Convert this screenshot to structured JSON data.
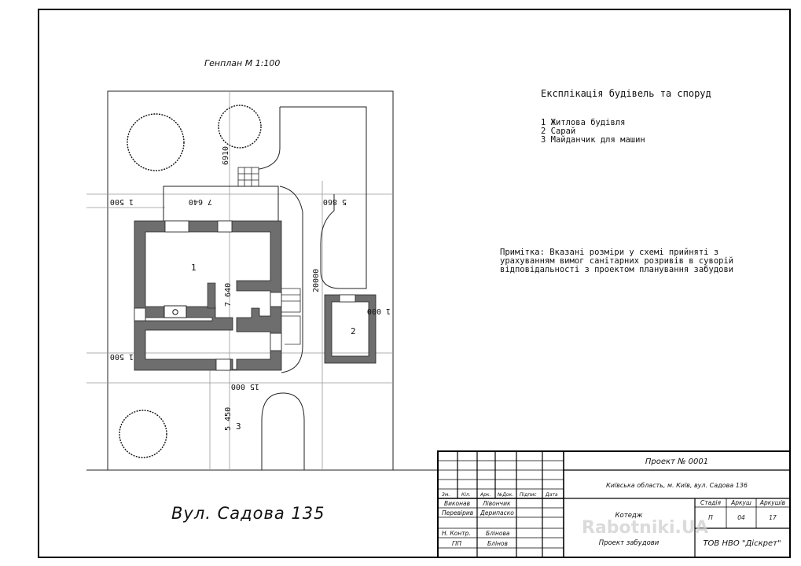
{
  "sheet_title": "Генплан М 1:100",
  "street_label": "Вул. Садова 135",
  "legend": {
    "title": "Експлікація будівель та споруд",
    "items": [
      "1 Житлова будівля",
      "2 Сарай",
      "3 Майданчик для машин"
    ]
  },
  "note": {
    "lines": [
      "Примітка: Вказані розміри у схемі прийняті з",
      "урахуванням вимог санітарних розривів в суворій",
      "відповідальності з проектом планування забудови"
    ]
  },
  "dimensions": {
    "d6910": "6910",
    "d7640_top": "7 640",
    "d5860": "5 860",
    "d1500_top": "1 500",
    "d1500_bottom": "1 500",
    "d20000": "20000",
    "d7640_mid": "7 640",
    "d1000": "1 000",
    "d15000": "15 000",
    "d5450": "5 450"
  },
  "labels": {
    "house": "1",
    "shed": "2",
    "parking": "3"
  },
  "title_block": {
    "project": "Проект № 0001",
    "address": "Київська область, м. Київ, вул. Садова 136",
    "object": "Котедж",
    "sheet_name": "Проект забудови",
    "company": "ТОВ НВО \"Діскрет\"",
    "cols": [
      "Зм.",
      "Кіл.",
      "Арк.",
      "№Док.",
      "Підпис",
      "Дата"
    ],
    "people": [
      {
        "role": "Виконав",
        "name": "Лівончик"
      },
      {
        "role": "Перевірив",
        "name": "Дерипаско"
      },
      {
        "role": "",
        "name": ""
      },
      {
        "role": "Н. Контр.",
        "name": "Блінова"
      },
      {
        "role": "ГІП",
        "name": "Блінов"
      }
    ],
    "stage_headers": [
      "Стадія",
      "Аркуш",
      "Аркушів"
    ],
    "stage_values": [
      "П",
      "04",
      "17"
    ]
  },
  "watermark": "Rabotniki.UA"
}
